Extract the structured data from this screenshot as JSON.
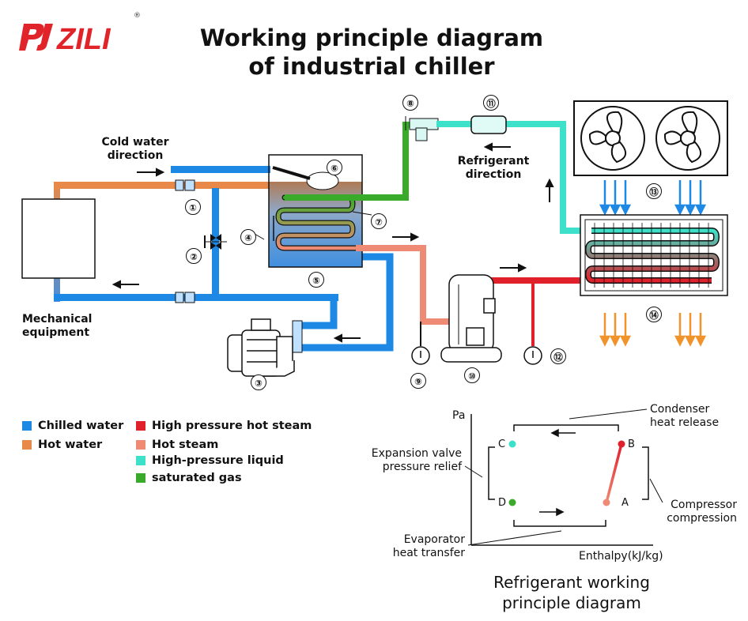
{
  "header": {
    "logo_text": "PJZILI",
    "logo_mark": "®",
    "title_line1": "Working principle diagram",
    "title_line2": "of industrial chiller"
  },
  "labels": {
    "cold_water_line1": "Cold water",
    "cold_water_line2": "direction",
    "refrigerant_line1": "Refrigerant",
    "refrigerant_line2": "direction",
    "mech_line1": "Mechanical",
    "mech_line2": "equipment"
  },
  "component_numbers": [
    "①",
    "②",
    "③",
    "④",
    "⑤",
    "⑥",
    "⑦",
    "⑧",
    "⑨",
    "⑩",
    "⑪",
    "⑫",
    "⑬",
    "⑭"
  ],
  "legend": [
    {
      "label": "Chilled water",
      "color": "#1e88e5"
    },
    {
      "label": "Hot water",
      "color": "#e8894a"
    },
    {
      "label": "High pressure hot steam",
      "color": "#e0202b"
    },
    {
      "label": "Hot steam",
      "color": "#ef8a74"
    },
    {
      "label": "High-pressure liquid",
      "color": "#3de0c8"
    },
    {
      "label": "saturated gas",
      "color": "#3aaa2a"
    }
  ],
  "ph_diagram": {
    "y_axis": "Pa",
    "x_axis": "Enthalpy(kJ/kg)",
    "points": [
      "A",
      "B",
      "C",
      "D"
    ],
    "condenser_line1": "Condenser",
    "condenser_line2": "heat release",
    "expansion_line1": "Expansion valve",
    "expansion_line2": "pressure relief",
    "compressor_line1": "Compressor",
    "compressor_line2": "compression",
    "evaporator_line1": "Evaporator",
    "evaporator_line2": "heat transfer",
    "title_line1": "Refrigerant working",
    "title_line2": "principle diagram"
  }
}
